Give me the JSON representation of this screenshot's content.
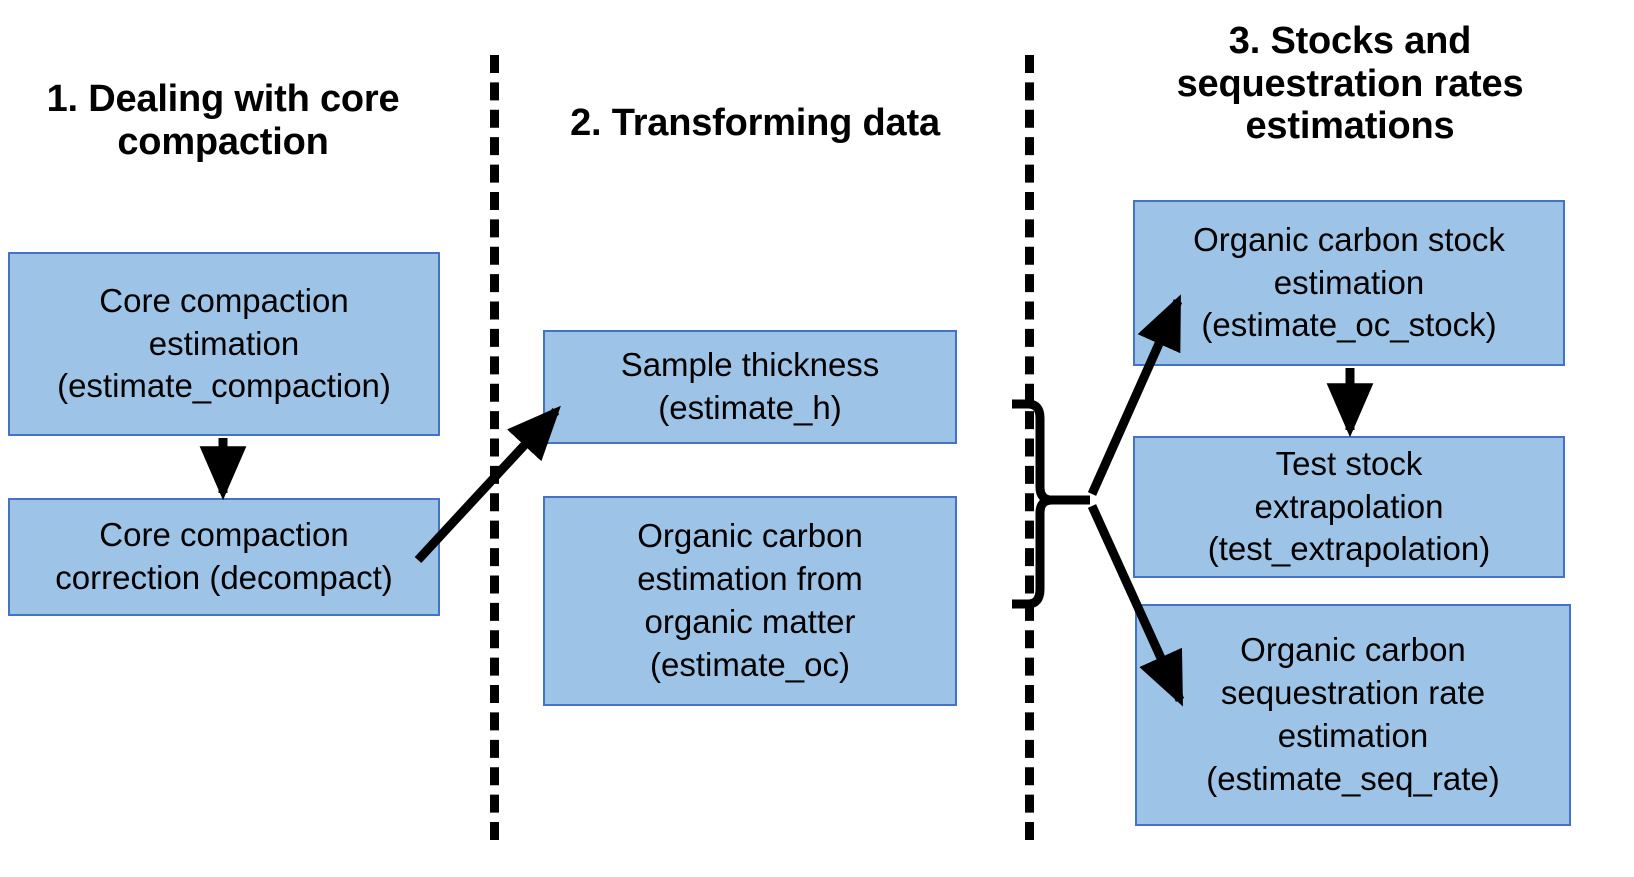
{
  "diagram": {
    "title": "",
    "colors": {
      "node_fill": "#9DC3E6",
      "node_border": "#4472C4",
      "connector": "#000000",
      "divider": "#000000",
      "background": "#FFFFFF"
    },
    "columns": [
      {
        "id": "column-1",
        "title": "1. Dealing with\ncore compaction",
        "nodes": [
          {
            "id": "node-compaction-estimation",
            "label": "Core compaction\nestimation\n(estimate_compaction)",
            "function": "estimate_compaction"
          },
          {
            "id": "node-compaction-correction",
            "label": "Core compaction\ncorrection (decompact)",
            "function": "decompact"
          }
        ]
      },
      {
        "id": "column-2",
        "title": "2. Transforming\ndata",
        "nodes": [
          {
            "id": "node-sample-thickness",
            "label": "Sample thickness\n(estimate_h)",
            "function": "estimate_h"
          },
          {
            "id": "node-oc-estimation",
            "label": "Organic carbon\nestimation from\norganic matter\n(estimate_oc)",
            "function": "estimate_oc"
          }
        ]
      },
      {
        "id": "column-3",
        "title": "3. Stocks and\nsequestration rates\nestimations",
        "nodes": [
          {
            "id": "node-oc-stock",
            "label": "Organic carbon stock\nestimation\n(estimate_oc_stock)",
            "function": "estimate_oc_stock"
          },
          {
            "id": "node-test-extrapolation",
            "label": "Test stock\nextrapolation\n(test_extrapolation)",
            "function": "test_extrapolation"
          },
          {
            "id": "node-seq-rate",
            "label": "Organic carbon\nsequestration rate\nestimation\n(estimate_seq_rate)",
            "function": "estimate_seq_rate"
          }
        ]
      }
    ],
    "connectors": [
      {
        "id": "arrow-estimation-to-correction",
        "from": "node-compaction-estimation",
        "to": "node-compaction-correction",
        "style": "straight-arrow-down"
      },
      {
        "id": "arrow-correction-to-thickness",
        "from": "node-compaction-correction",
        "to": "node-sample-thickness",
        "style": "diagonal-arrow-up-right"
      },
      {
        "id": "brace-column2-outputs",
        "from": "node-sample-thickness,node-oc-estimation",
        "to": "junction",
        "style": "curly-brace"
      },
      {
        "id": "arrow-junction-to-oc-stock",
        "from": "junction",
        "to": "node-oc-stock",
        "style": "diagonal-arrow-up-right"
      },
      {
        "id": "arrow-junction-to-seq-rate",
        "from": "junction",
        "to": "node-seq-rate",
        "style": "diagonal-arrow-down-right"
      },
      {
        "id": "arrow-oc-stock-to-test",
        "from": "node-oc-stock",
        "to": "node-test-extrapolation",
        "style": "straight-arrow-down"
      }
    ],
    "dividers": [
      {
        "id": "divider-1",
        "style": "vertical-dashed"
      },
      {
        "id": "divider-2",
        "style": "vertical-dashed"
      }
    ]
  }
}
